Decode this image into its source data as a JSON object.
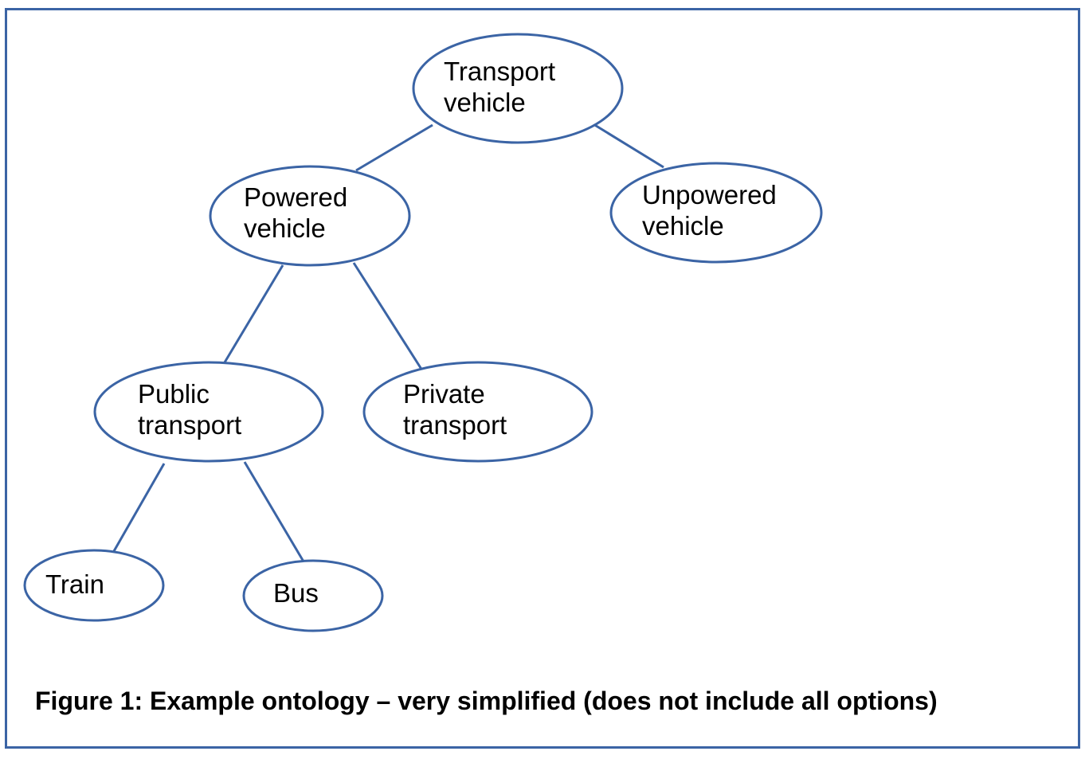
{
  "diagram": {
    "colors": {
      "stroke": "#3b64a5",
      "text": "#000000",
      "background": "#ffffff"
    },
    "nodes": [
      {
        "id": "transport-vehicle",
        "line1": "Transport",
        "line2": "vehicle"
      },
      {
        "id": "powered-vehicle",
        "line1": "Powered",
        "line2": "vehicle"
      },
      {
        "id": "unpowered-vehicle",
        "line1": "Unpowered",
        "line2": "vehicle"
      },
      {
        "id": "public-transport",
        "line1": "Public",
        "line2": "transport"
      },
      {
        "id": "private-transport",
        "line1": "Private",
        "line2": "transport"
      },
      {
        "id": "train",
        "line1": "Train"
      },
      {
        "id": "bus",
        "line1": "Bus"
      }
    ],
    "edges": [
      {
        "from": "transport-vehicle",
        "to": "powered-vehicle"
      },
      {
        "from": "transport-vehicle",
        "to": "unpowered-vehicle"
      },
      {
        "from": "powered-vehicle",
        "to": "public-transport"
      },
      {
        "from": "powered-vehicle",
        "to": "private-transport"
      },
      {
        "from": "public-transport",
        "to": "train"
      },
      {
        "from": "public-transport",
        "to": "bus"
      }
    ]
  },
  "caption": "Figure 1: Example ontology – very simplified (does not include all options)"
}
